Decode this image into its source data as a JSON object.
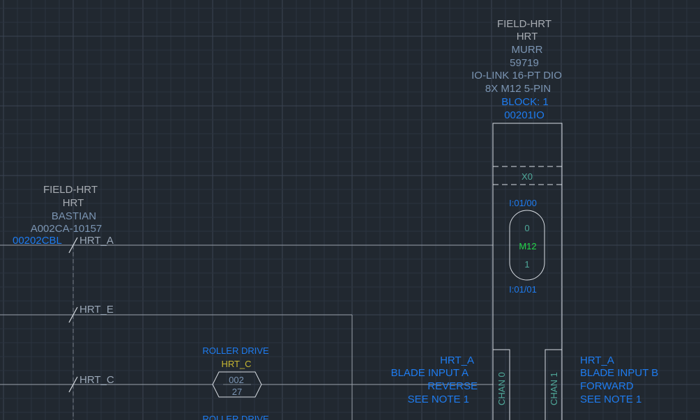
{
  "colors": {
    "background": "#212830",
    "grid_minor": "#2c3440",
    "grid_major": "#3b4452",
    "wire": "#b0b7c0",
    "outline": "#d8dde3",
    "gray_text": "#a8adb3",
    "steel_text": "#7b95b3",
    "blue_text": "#1e7cf0",
    "teal_text": "#4fa99a",
    "green_text": "#22d648",
    "yellow_text": "#c9b832",
    "dim_blue_text": "#4f8fd4"
  },
  "io_block": {
    "title_lines": [
      "FIELD-HRT",
      "HRT",
      "MURR",
      "59719",
      "IO-LINK 16-PT DIO",
      "8X M12 5-PIN"
    ],
    "block_label": "BLOCK: 1",
    "tag": "00201IO",
    "slot": "X0",
    "addr_top": "I:01/00",
    "addr_bottom": "I:01/01",
    "conn_top": "0",
    "conn_mid": "M12",
    "conn_bottom": "1",
    "chan_left": "CHAN 0",
    "chan_right": "CHAN 1"
  },
  "cable": {
    "lines": [
      "FIELD-HRT",
      "HRT",
      "BASTIAN",
      "A002CA-10157"
    ],
    "tag": "00202CBL"
  },
  "wires": {
    "a": "HRT_A",
    "e": "HRT_E",
    "c": "HRT_C"
  },
  "roller": {
    "title": "ROLLER DRIVE",
    "wire": "HRT_C",
    "hex_top": "002",
    "hex_bottom": "27",
    "title2": "ROLLER DRIVE"
  },
  "left_note": {
    "lines": [
      "HRT_A",
      "BLADE INPUT A",
      "REVERSE",
      "SEE NOTE 1"
    ]
  },
  "right_note": {
    "lines": [
      "HRT_A",
      "BLADE INPUT B",
      "FORWARD",
      "SEE NOTE 1"
    ]
  }
}
